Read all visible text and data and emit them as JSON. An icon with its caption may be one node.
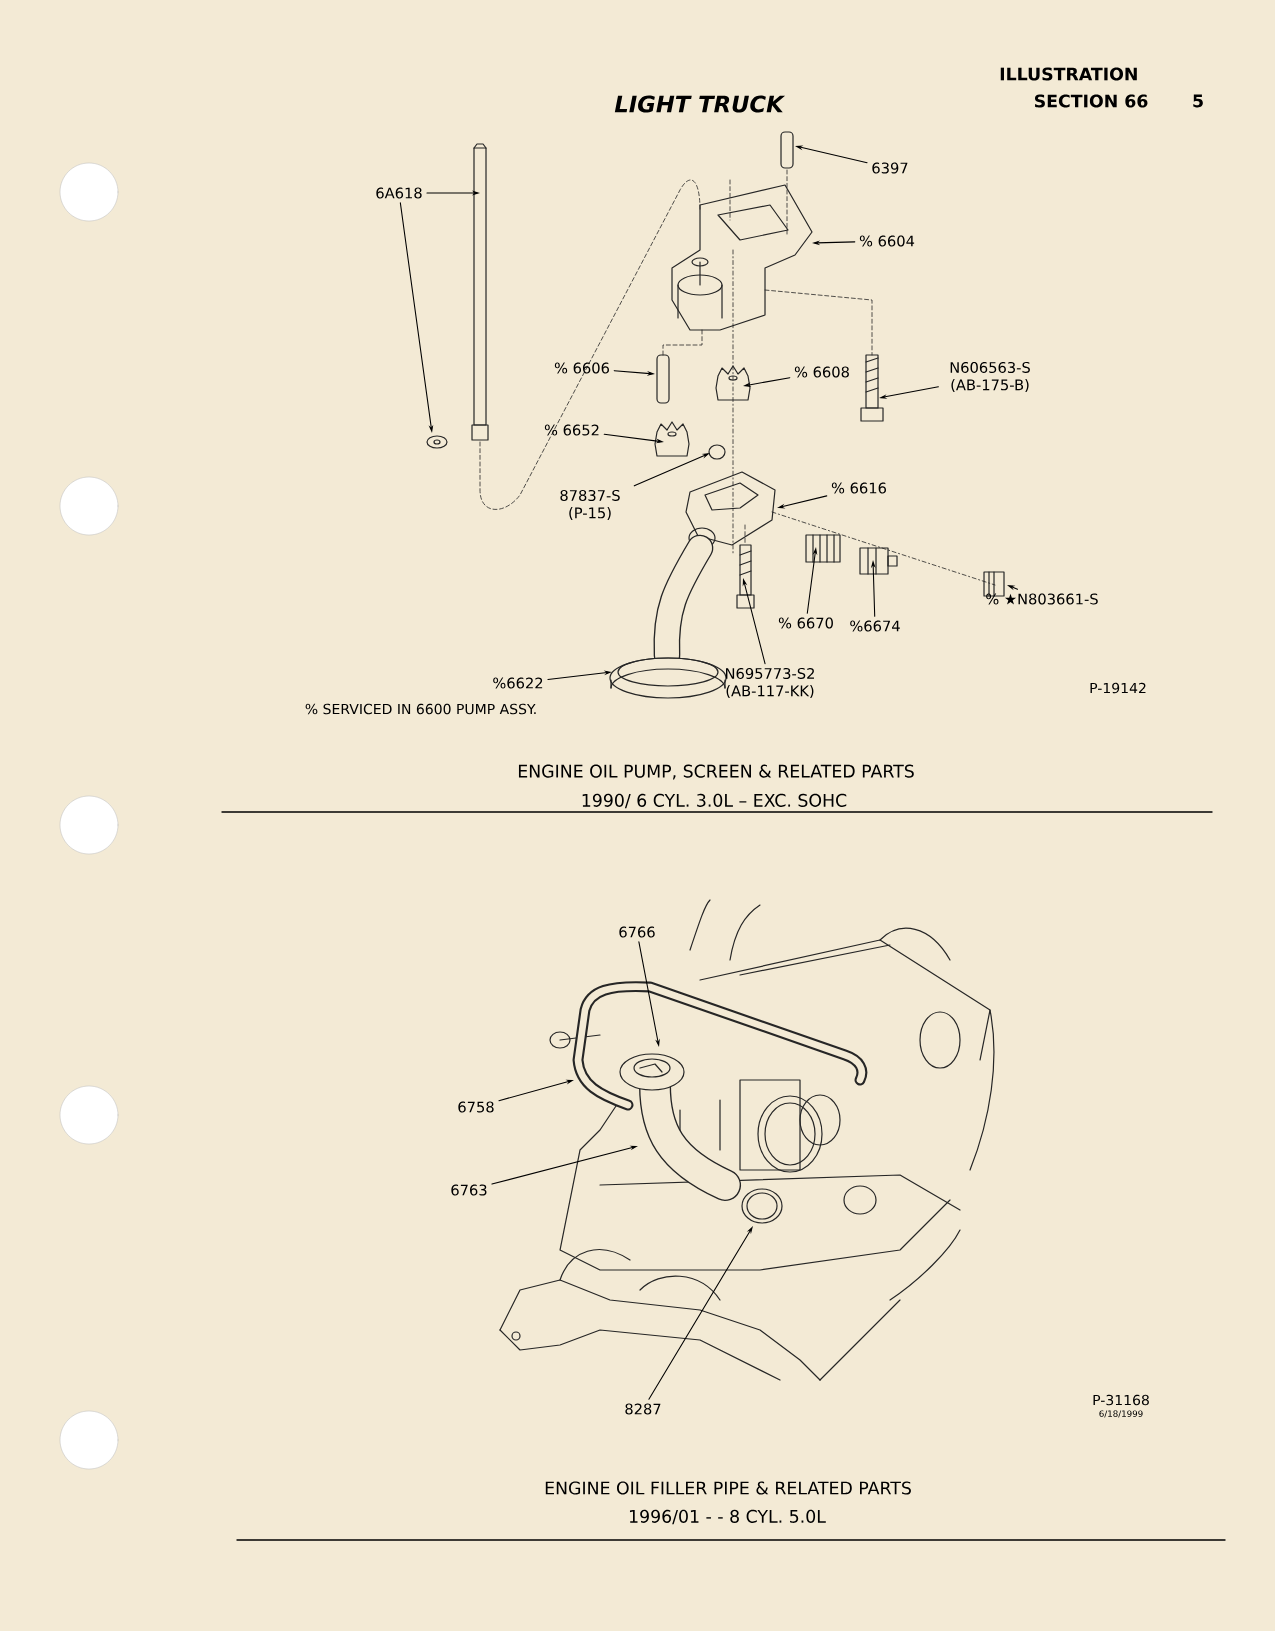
{
  "diagram": {
    "title": "LIGHT TRUCK",
    "nodes": [
      {
        "text": [
          "6A618"
        ]
      },
      {
        "text": [
          "6397"
        ]
      },
      {
        "text": [
          "% 6604"
        ]
      },
      {
        "text": [
          "% 6606"
        ]
      },
      {
        "text": [
          "% 6608"
        ]
      },
      {
        "text": [
          "N606563-S (AB-175-B)"
        ]
      },
      {
        "text": [
          "% 6652"
        ]
      },
      {
        "text": [
          "87837-S (P-15)"
        ]
      },
      {
        "text": [
          "% 6616"
        ]
      },
      {
        "text": [
          "% 6670"
        ]
      },
      {
        "text": [
          "%6674"
        ]
      },
      {
        "text": [
          "% ★N803661-S"
        ]
      },
      {
        "text": [
          "%6622"
        ]
      },
      {
        "text": [
          "N695773-S2 (AB-117-KK)"
        ]
      },
      {
        "text": [
          "6766"
        ]
      },
      {
        "text": [
          "6758"
        ]
      },
      {
        "text": [
          "6763"
        ]
      },
      {
        "text": [
          "8287"
        ]
      }
    ],
    "edges": [
      {
        "from": 0,
        "to": null,
        "arrow": "to"
      },
      {
        "from": 0,
        "to": null,
        "arrow": "to"
      },
      {
        "from": 1,
        "to": null,
        "arrow": "to"
      },
      {
        "from": 2,
        "to": null,
        "arrow": "to"
      },
      {
        "from": 3,
        "to": null,
        "arrow": "to"
      },
      {
        "from": 4,
        "to": null,
        "arrow": "to"
      },
      {
        "from": 5,
        "to": null,
        "arrow": "to"
      },
      {
        "from": 6,
        "to": null,
        "arrow": "to"
      },
      {
        "from": 7,
        "to": null,
        "arrow": "to"
      },
      {
        "from": 8,
        "to": null,
        "arrow": "to"
      },
      {
        "from": 9,
        "to": null,
        "arrow": "to"
      },
      {
        "from": 10,
        "to": null,
        "arrow": "to"
      },
      {
        "from": 11,
        "to": null,
        "arrow": "to"
      },
      {
        "from": 12,
        "to": null,
        "arrow": "to"
      },
      {
        "from": 13,
        "to": null,
        "arrow": "to"
      },
      {
        "from": 14,
        "to": null,
        "arrow": "to"
      },
      {
        "from": 15,
        "to": null,
        "arrow": "to"
      },
      {
        "from": 16,
        "to": null,
        "arrow": "to"
      },
      {
        "from": 17,
        "to": null,
        "arrow": "to"
      }
    ],
    "labels": [
      "ILLUSTRATION",
      "SECTION 66",
      "5",
      "P-19142",
      "% SERVICED IN 6600 PUMP ASSY.",
      "ENGINE OIL PUMP, SCREEN & RELATED PARTS",
      "1990/ 6 CYL. 3.0L – EXC. SOHC",
      "P-31168",
      "6/18/1999",
      "ENGINE OIL FILLER PIPE & RELATED PARTS",
      "1996/01 - - 8 CYL. 5.0L"
    ]
  }
}
